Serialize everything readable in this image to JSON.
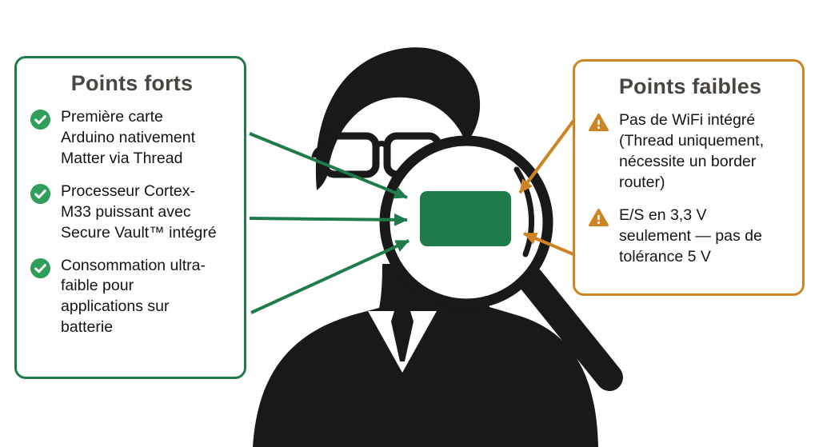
{
  "strengths": {
    "title": "Points forts",
    "items": [
      "Première carte Arduino nativement Matter via Thread",
      "Processeur Cortex-M33 puissant avec Secure Vault™ intégré",
      "Consommation ultra-faible pour applications sur batterie"
    ]
  },
  "weaknesses": {
    "title": "Points faibles",
    "items": [
      "Pas de WiFi intégré (Thread uniquement, nécessite un border router)",
      "E/S en 3,3 V seulement — pas de tolérance 5 V"
    ]
  },
  "colors": {
    "green": "#1f7c4a",
    "green_icon": "#2f9e59",
    "orange": "#cd8523",
    "ink": "#191919",
    "title_gray": "#494541"
  }
}
